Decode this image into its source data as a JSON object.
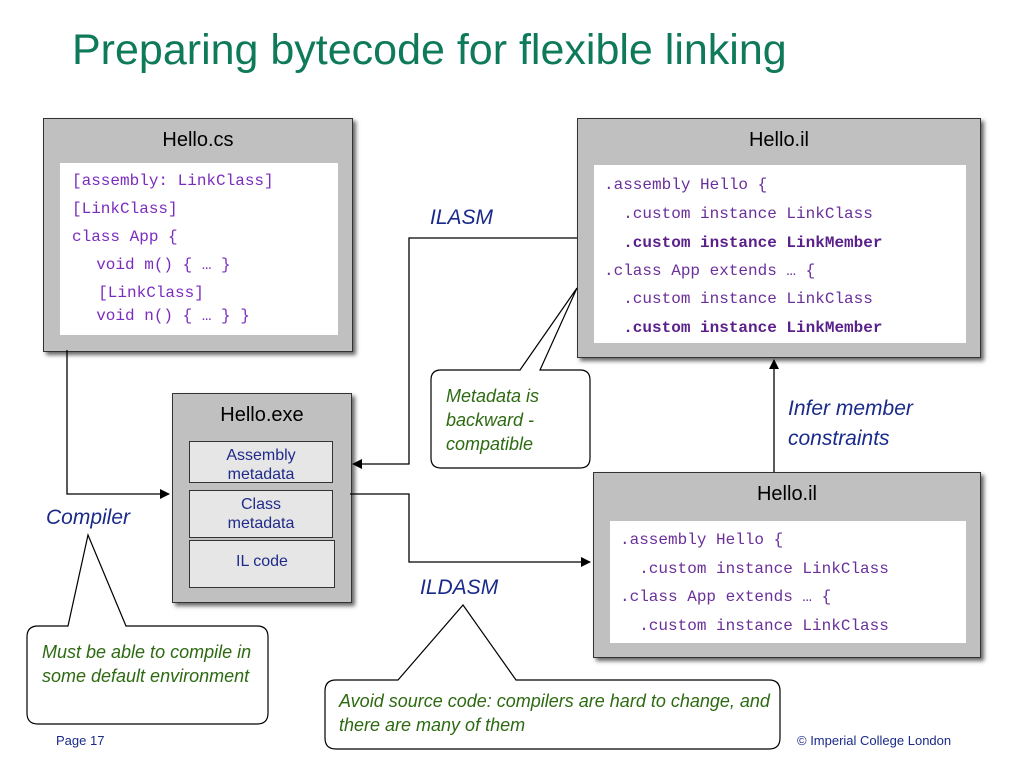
{
  "slide": {
    "title": "Preparing bytecode for flexible linking",
    "page": "Page 17",
    "copyright": "© Imperial College London"
  },
  "hello_cs": {
    "title": "Hello.cs",
    "lines": [
      "[assembly: LinkClass]",
      "[LinkClass]",
      "class App {",
      "  void m() { … }",
      "  [LinkClass]",
      "  void n() { … } }"
    ]
  },
  "hello_exe": {
    "title": "Hello.exe",
    "sections": [
      "Assembly metadata",
      "Class metadata",
      "IL code"
    ]
  },
  "hello_il_top": {
    "title": "Hello.il",
    "lines": [
      ".assembly Hello {",
      "  .custom instance LinkClass",
      "  .custom instance LinkMember",
      ".class App extends … {",
      "  .custom instance LinkClass",
      "  .custom instance LinkMember"
    ],
    "bold_lines": [
      2,
      5
    ]
  },
  "hello_il_bottom": {
    "title": "Hello.il",
    "lines": [
      ".assembly Hello {",
      "  .custom instance LinkClass",
      ".class App extends … {",
      "  .custom instance LinkClass"
    ]
  },
  "labels": {
    "ilasm": "ILASM",
    "ildasm": "ILDASM",
    "compiler": "Compiler",
    "infer": "Infer member constraints"
  },
  "callouts": {
    "metadata": "Metadata is backward - compatible",
    "compile": "Must be able to compile in some default environment",
    "avoid": "Avoid source code: compilers are hard to change, and there are many of them"
  },
  "colors": {
    "title": "#0e7a5a",
    "panel": "#c0c0c0",
    "code": "#6a2f9a",
    "label": "#1a2a8a",
    "callout": "#2d6a12"
  }
}
